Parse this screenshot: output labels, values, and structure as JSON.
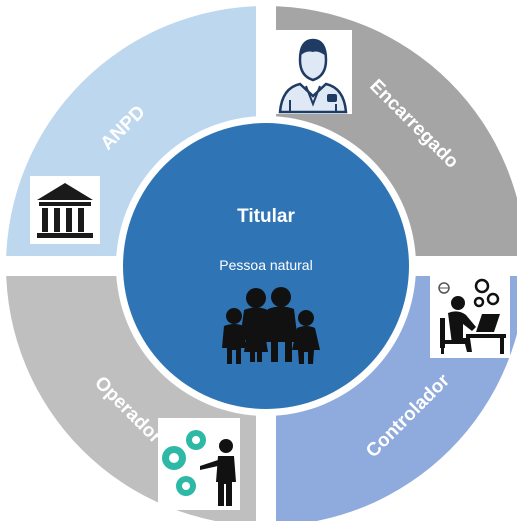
{
  "center": {
    "title": "Titular",
    "subtitle": "Pessoa natural",
    "color": "#2f74b5",
    "icon": "family-icon"
  },
  "segments": [
    {
      "id": "anpd",
      "label": "ANPD",
      "color": "#bdd7ee",
      "icon": "government-building-icon"
    },
    {
      "id": "encarregado",
      "label": "Encarregado",
      "color": "#a5a5a5",
      "icon": "officer-icon"
    },
    {
      "id": "controlador",
      "label": "Controlador",
      "color": "#8faadc",
      "icon": "person-at-computer-icon"
    },
    {
      "id": "operador",
      "label": "Operador",
      "color": "#bfbfbf",
      "icon": "gears-presenter-icon"
    }
  ]
}
